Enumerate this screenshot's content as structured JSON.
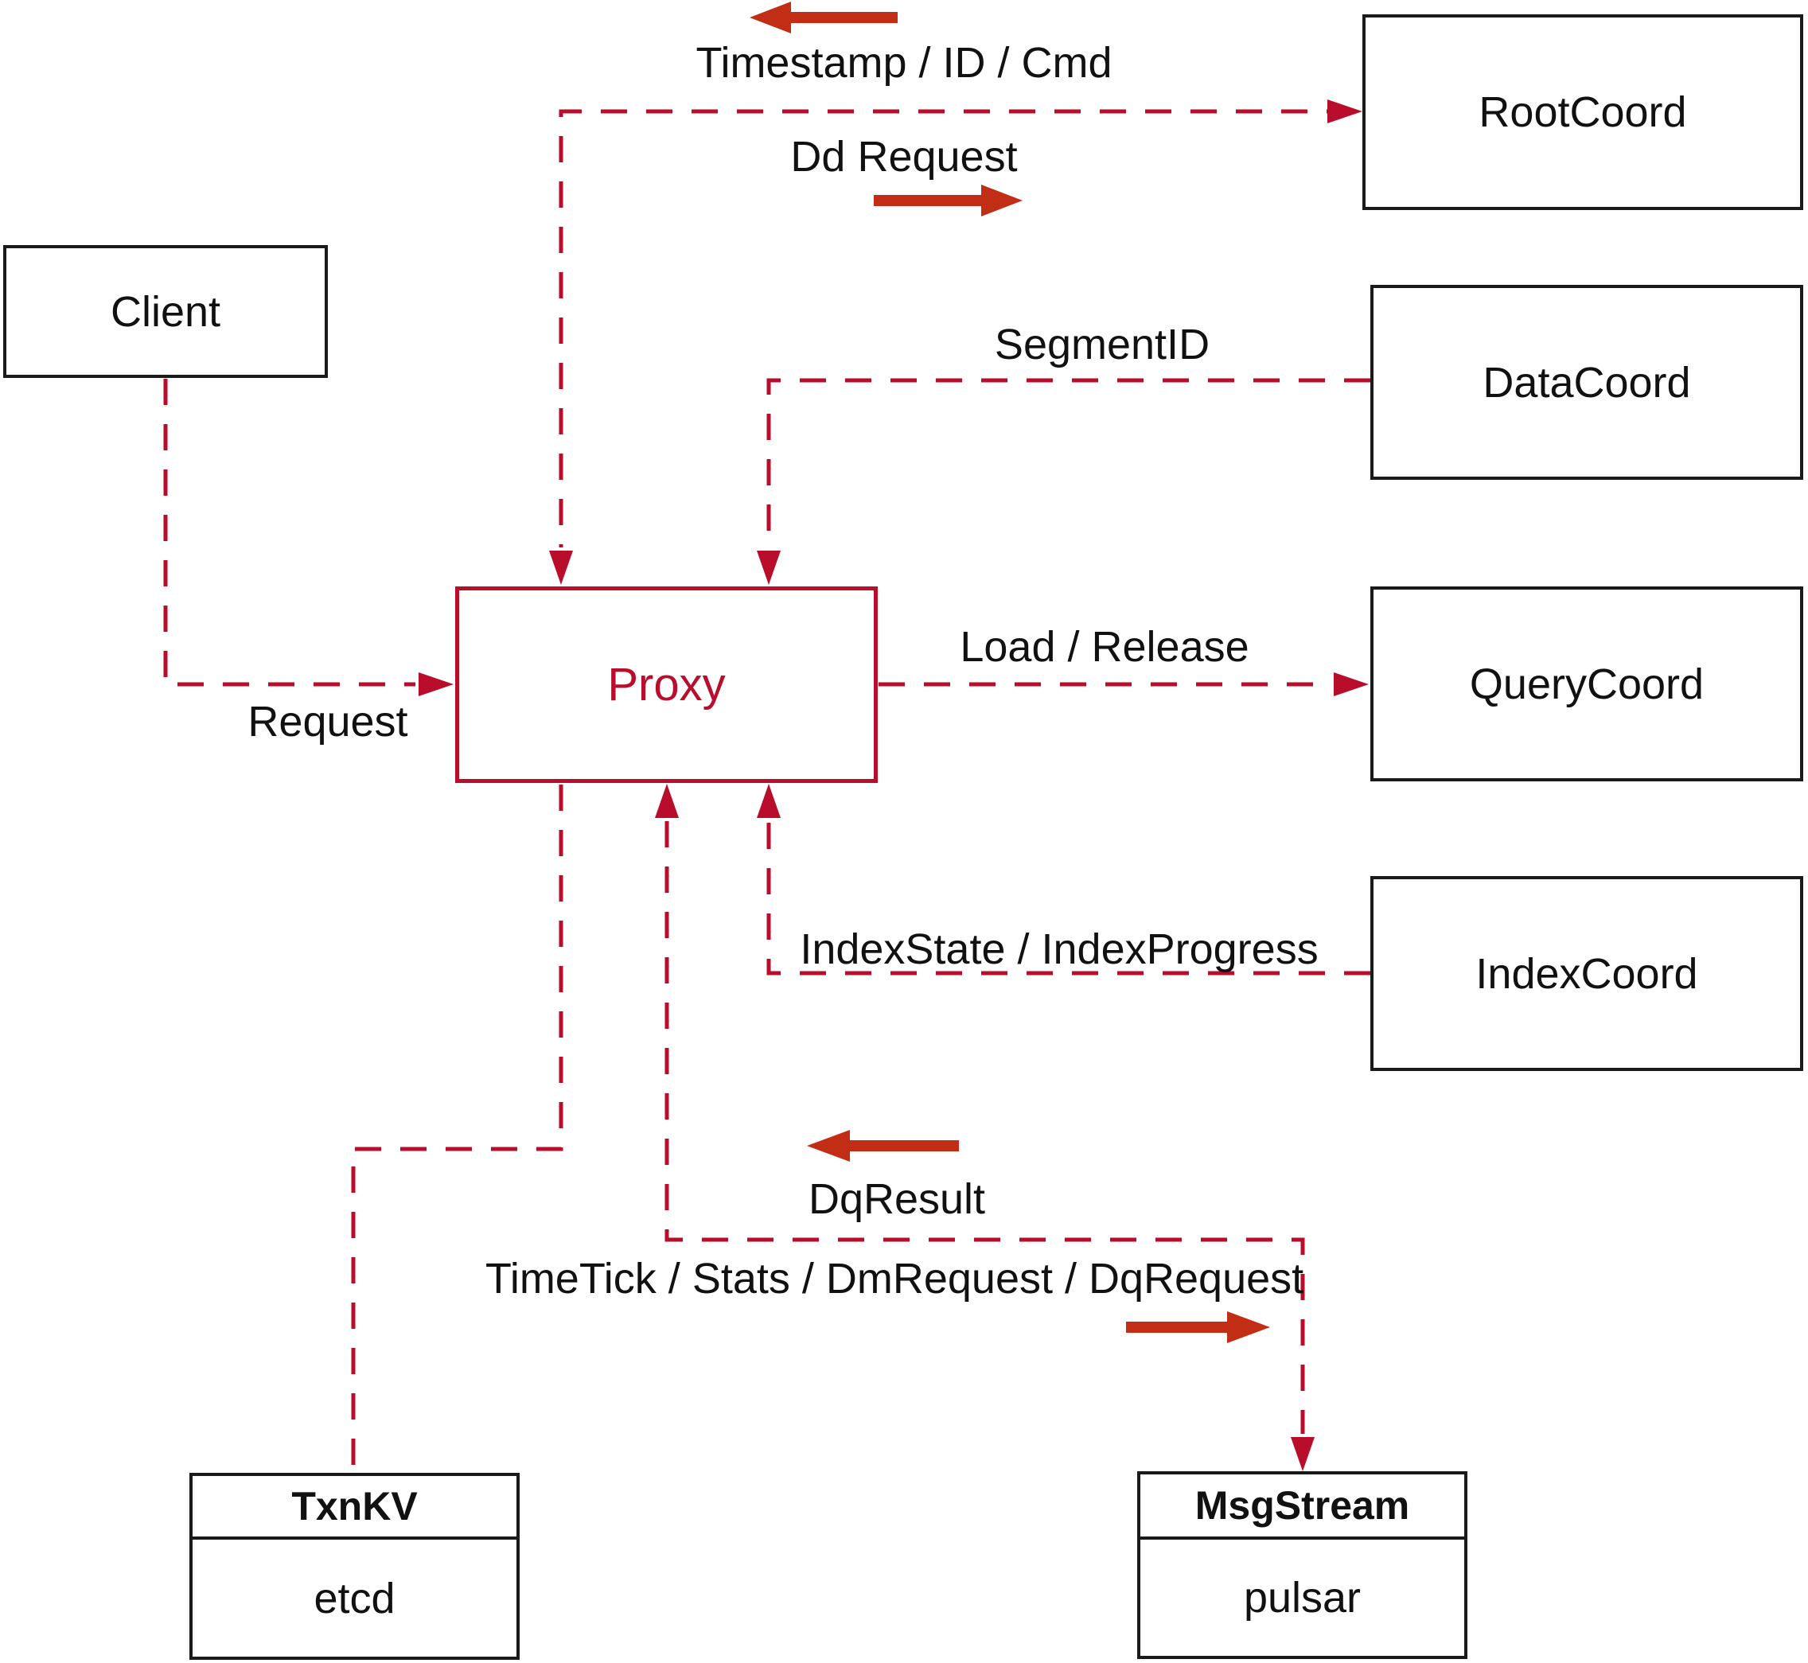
{
  "colors": {
    "line": "#b80d2b",
    "arrow": "#c22d16",
    "box_border": "#1a1a1a",
    "text": "#111111",
    "bg": "#ffffff"
  },
  "nodes": {
    "client": {
      "label": "Client"
    },
    "root_coord": {
      "label": "RootCoord"
    },
    "data_coord": {
      "label": "DataCoord"
    },
    "query_coord": {
      "label": "QueryCoord"
    },
    "index_coord": {
      "label": "IndexCoord"
    },
    "proxy": {
      "label": "Proxy"
    },
    "txn_kv": {
      "title": "TxnKV",
      "subtitle": "etcd"
    },
    "msg_stream": {
      "title": "MsgStream",
      "subtitle": "pulsar"
    }
  },
  "edge_labels": {
    "timestamp_id_cmd": "Timestamp / ID / Cmd",
    "dd_request": "Dd Request",
    "segment_id": "SegmentID",
    "request": "Request",
    "load_release": "Load / Release",
    "index_state_progress": "IndexState / IndexProgress",
    "dq_result": "DqResult",
    "timetick_stats_dm_dq": "TimeTick / Stats / DmRequest / DqRequest"
  }
}
